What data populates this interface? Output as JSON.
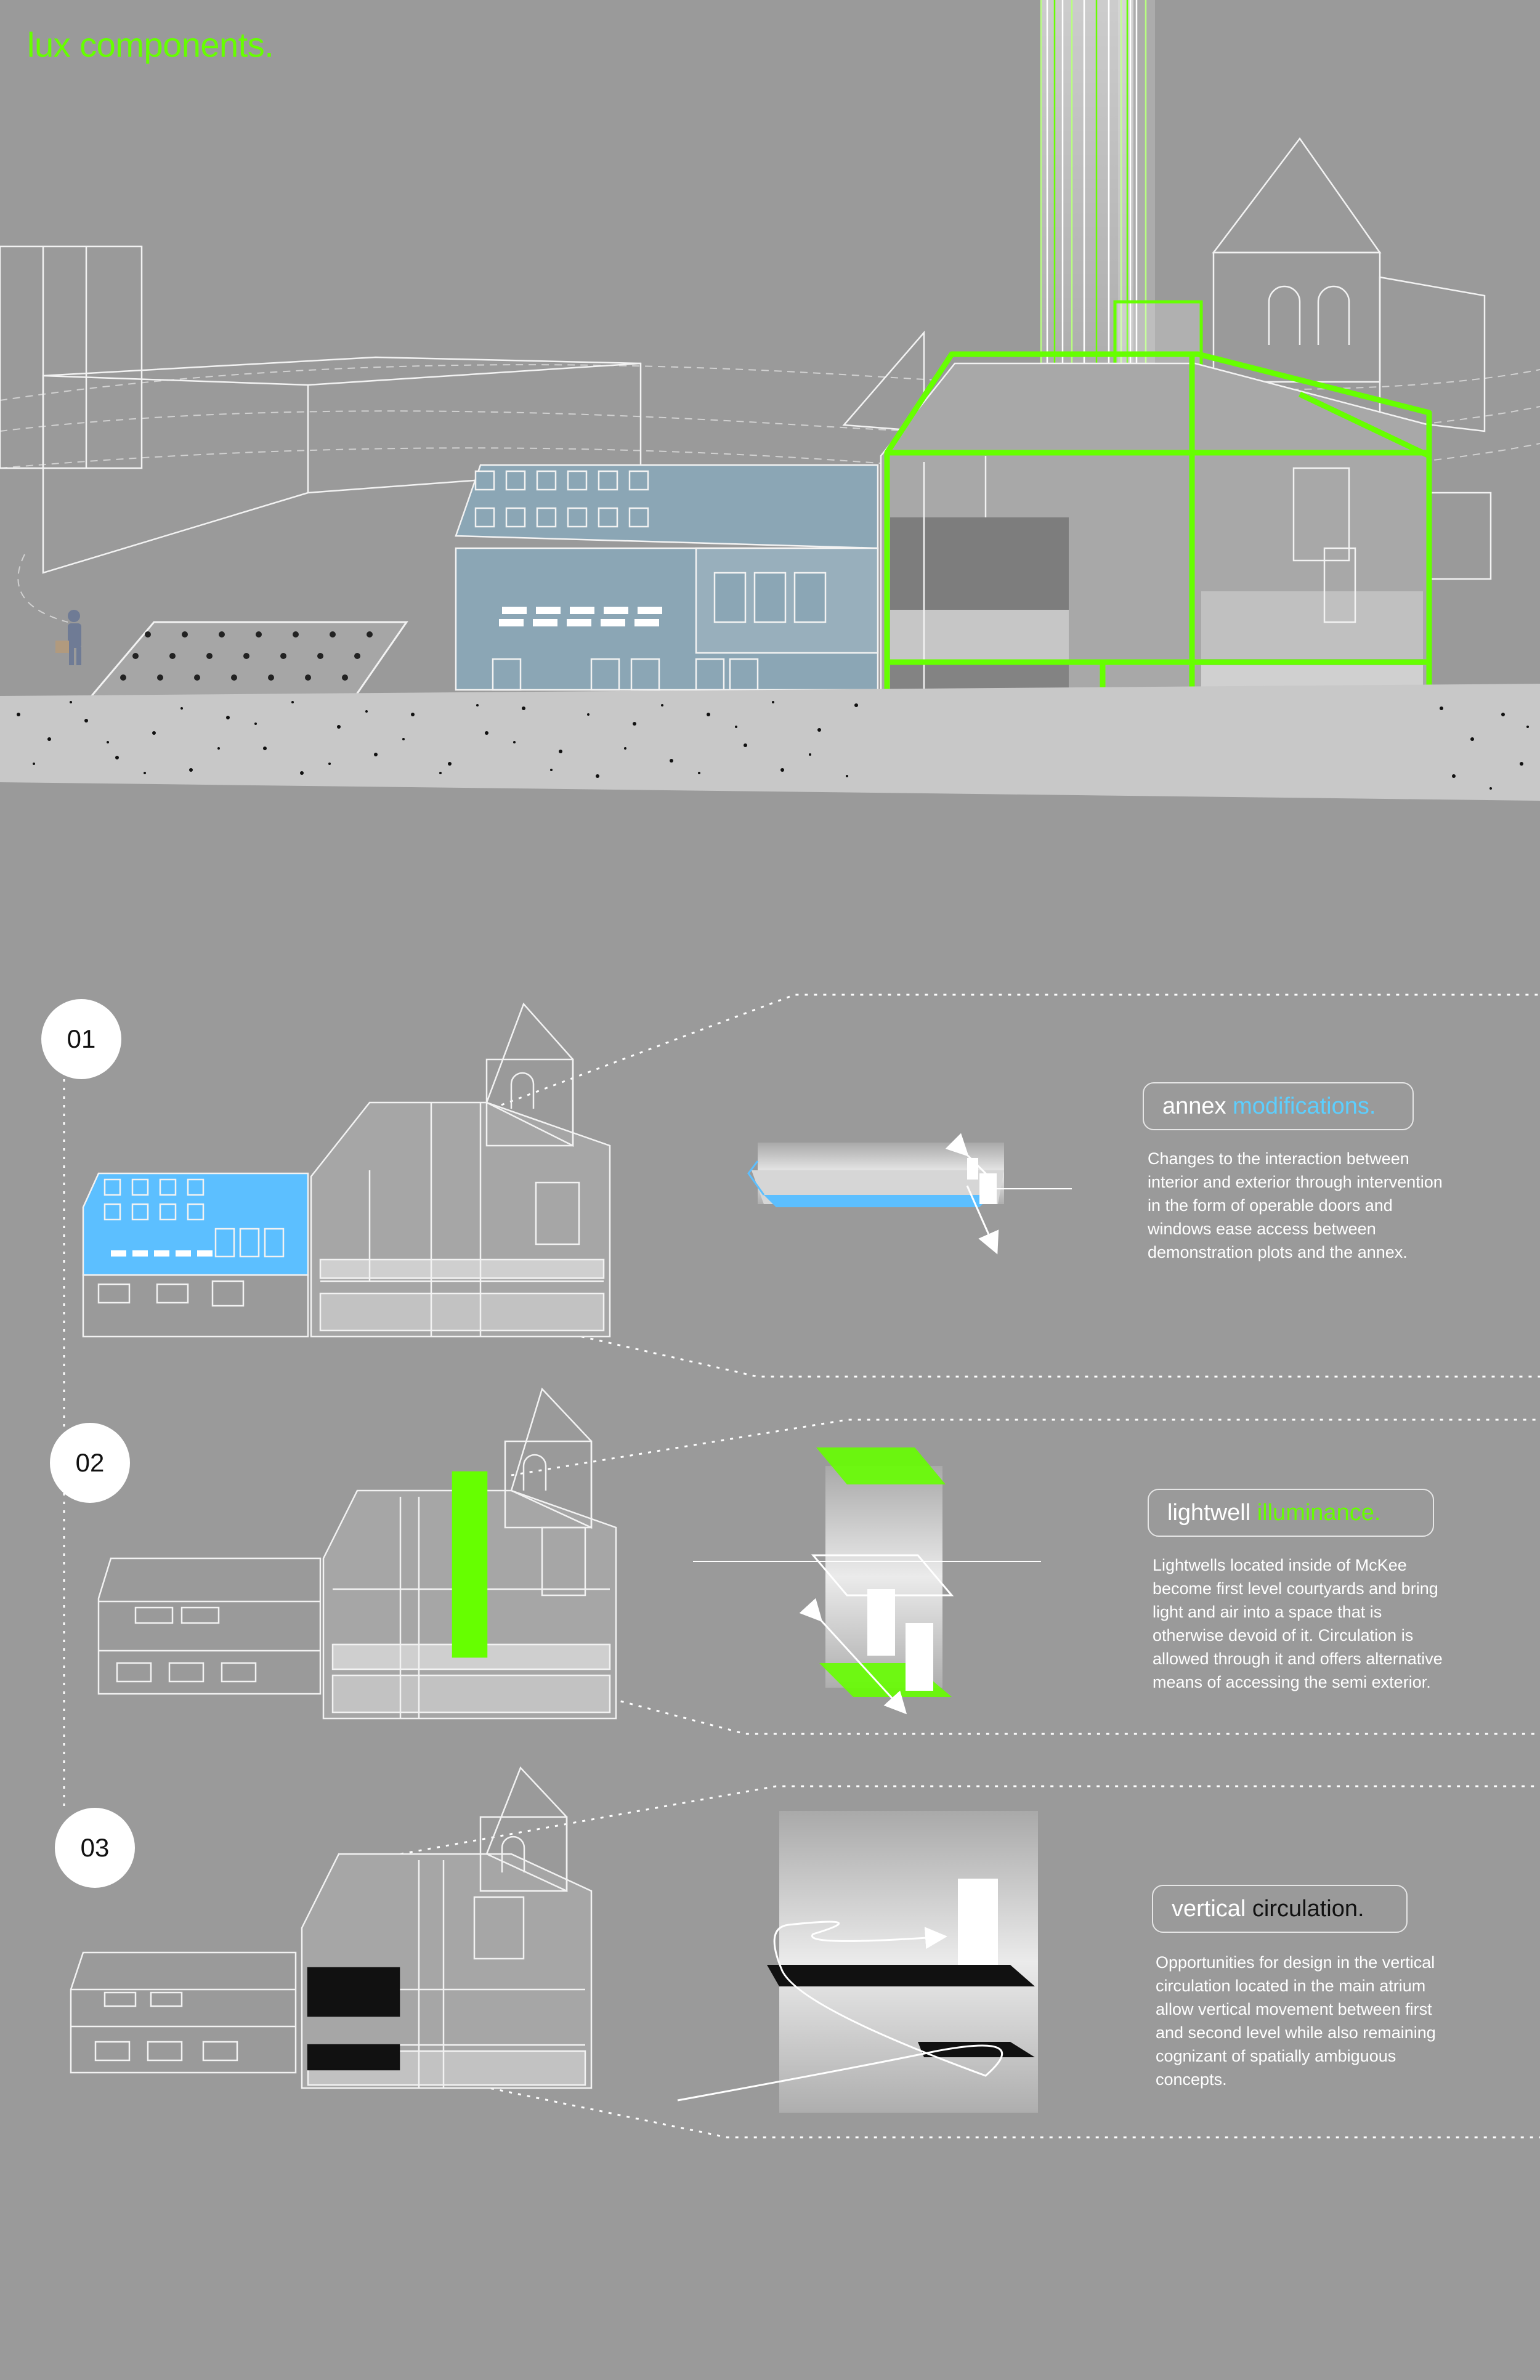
{
  "title": "lux components.",
  "colors": {
    "background": "#9a9a9a",
    "accent_green": "#66ff00",
    "accent_blue": "#5ccfff",
    "line": "#f2f2f2",
    "ground_dots": "#111111"
  },
  "components": [
    {
      "number": "01",
      "heading_plain": "annex",
      "heading_highlight": " modifications.",
      "description": "Changes to the interaction between interior and exterior through intervention in the form of operable doors and windows ease access between demonstration plots and the annex."
    },
    {
      "number": "02",
      "heading_plain": "lightwell",
      "heading_highlight": " illuminance.",
      "description": "Lightwells located inside of McKee become first level courtyards and bring light and air into a space that is otherwise devoid of it. Circulation is allowed through it and offers alternative means of accessing the semi exterior."
    },
    {
      "number": "03",
      "heading_plain": "vertical",
      "heading_highlight": " circulation.",
      "description": "Opportunities for design in the vertical circulation located in the main atrium allow vertical movement between first and second level while also remaining cognizant of spatially ambiguous concepts."
    }
  ]
}
